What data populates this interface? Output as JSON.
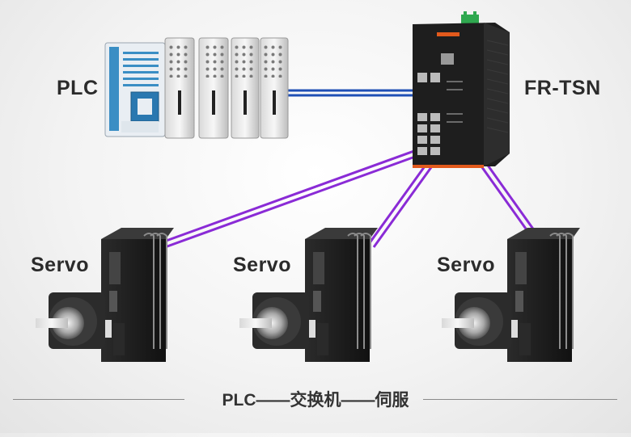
{
  "labels": {
    "plc": "PLC",
    "switch": "FR-TSN",
    "servo_1": "Servo",
    "servo_2": "Servo",
    "servo_3": "Servo"
  },
  "caption": "PLC——交换机——伺服",
  "colors": {
    "plc_link": "#1f4fb5",
    "servo_link": "#8a2bd6",
    "switch_body": "#1e1e1e",
    "switch_accent": "#e25a1c",
    "terminal_green": "#2fa84f",
    "plc_cpu_accent": "#3a8ec4"
  },
  "icons": [
    "plc-rack",
    "industrial-switch",
    "servo-drive",
    "servo-motor"
  ]
}
